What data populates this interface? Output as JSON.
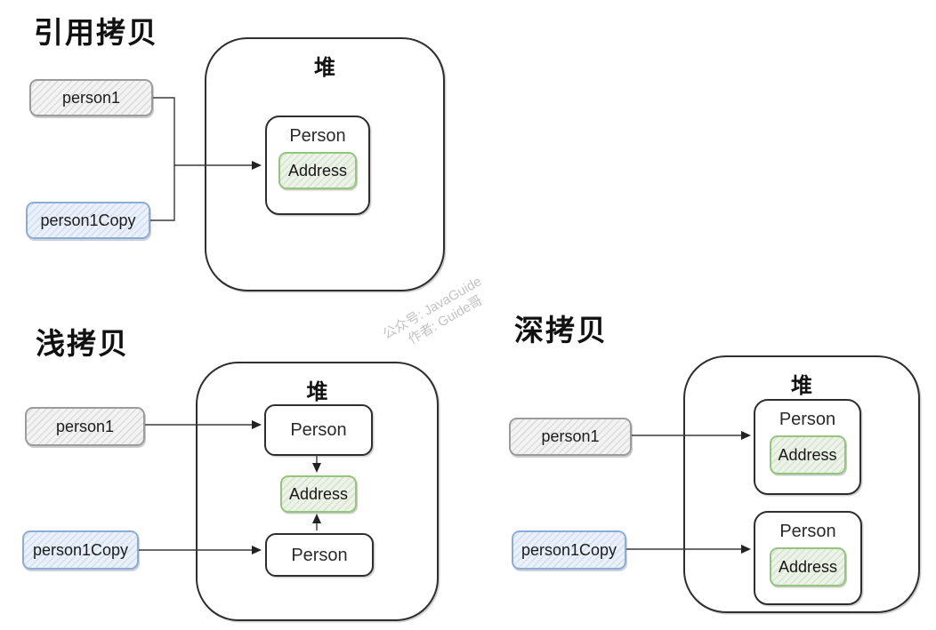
{
  "colors": {
    "outline": "#2e2e2e",
    "connector": "#3a3a3a",
    "text": "#1c1c1c",
    "title-text": "#111111",
    "watermark": "#c2c2c2",
    "gray-fill-base": "#f3f3f3",
    "gray-fill-line": "#dddddd",
    "gray-border": "#9b9b9b",
    "blue-fill-base": "#eaf1fa",
    "blue-fill-line": "#d2e0f0",
    "blue-border": "#8cacd6",
    "green-fill-base": "#eef3e9",
    "green-fill-line": "#d7e5cd",
    "green-border": "#93c57c"
  },
  "labels": {
    "heap": "堆",
    "person": "Person",
    "address": "Address",
    "person1": "person1",
    "person1_copy": "person1Copy"
  },
  "sections": {
    "reference_copy": {
      "title": "引用拷贝"
    },
    "shallow_copy": {
      "title": "浅拷贝"
    },
    "deep_copy": {
      "title": "深拷贝"
    }
  },
  "watermark": {
    "line1": "公众号: JavaGuide",
    "line2": "作者: Guide哥"
  }
}
